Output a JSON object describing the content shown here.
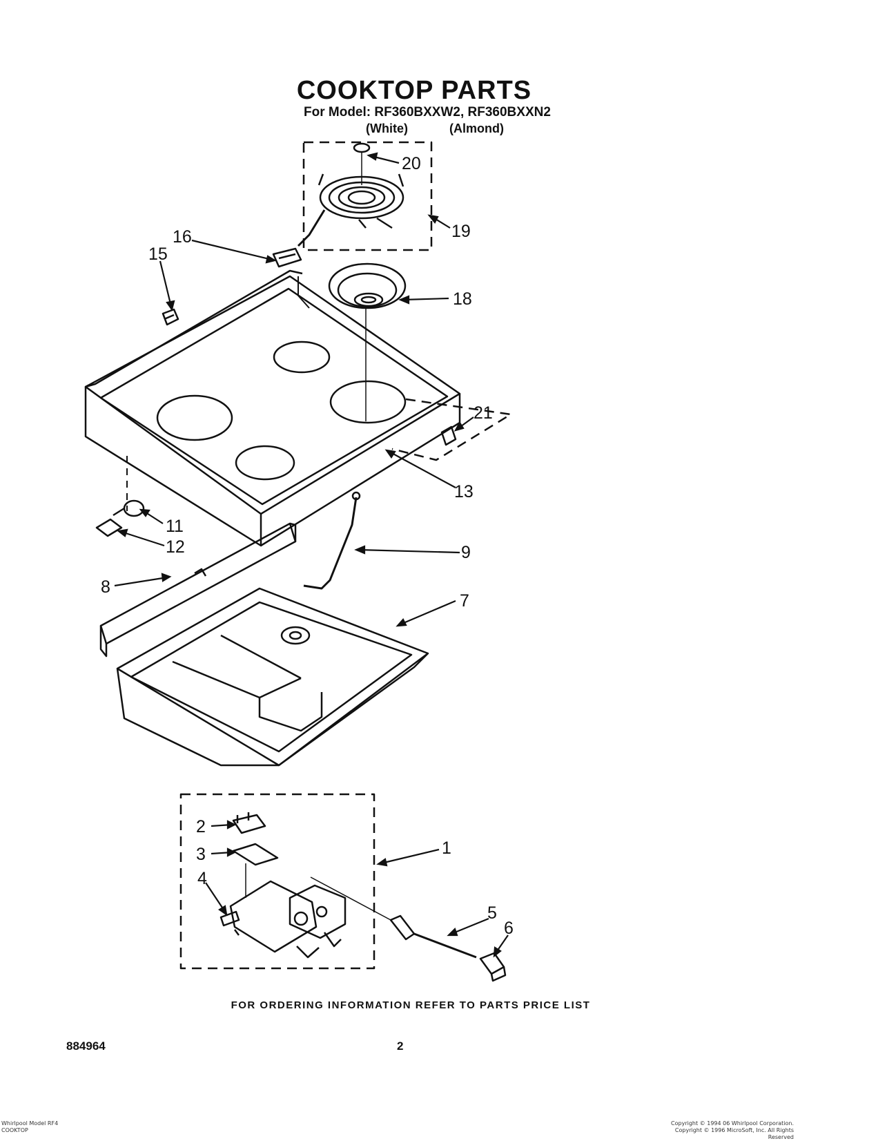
{
  "header": {
    "title": "COOKTOP PARTS",
    "model_line": "For Model: RF360BXXW2, RF360BXXN2",
    "variant_white": "(White)",
    "variant_almond": "(Almond)"
  },
  "callouts": [
    "20",
    "19",
    "16",
    "15",
    "18",
    "21",
    "13",
    "11",
    "12",
    "9",
    "8",
    "7",
    "2",
    "3",
    "1",
    "4",
    "5",
    "6"
  ],
  "footer": {
    "ordering_note": "FOR ORDERING INFORMATION REFER TO PARTS PRICE LIST",
    "doc_number": "884964",
    "page_number": "2",
    "left_small_line1": "Whirlpool Model RF4",
    "left_small_line2": "COOKTOP",
    "right_small_line1": "Copyright © 1994 06 Whirlpool Corporation.",
    "right_small_line2": "Copyright © 1996 MicroSoft, Inc. All Rights Reserved"
  }
}
